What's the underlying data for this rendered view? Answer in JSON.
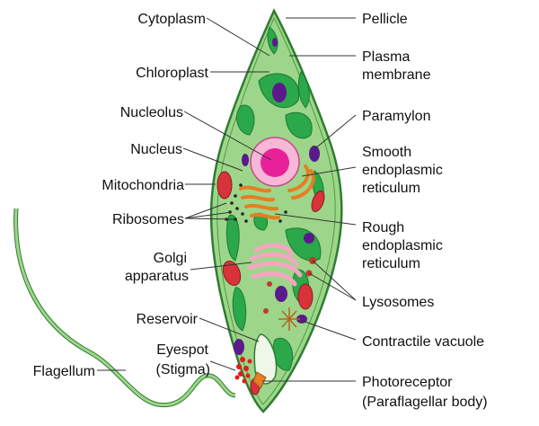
{
  "labels": {
    "cytoplasm": "Cytoplasm",
    "chloroplast": "Chloroplast",
    "nucleolus": "Nucleolus",
    "nucleus": "Nucleus",
    "mitochondria": "Mitochondria",
    "ribosomes": "Ribosomes",
    "golgi_1": "Golgi",
    "golgi_2": "apparatus",
    "reservoir": "Reservoir",
    "eyespot_1": "Eyespot",
    "eyespot_2": "(Stigma)",
    "flagellum": "Flagellum",
    "pellicle": "Pellicle",
    "plasma_1": "Plasma",
    "plasma_2": "membrane",
    "paramylon": "Paramylon",
    "smooth_er_1": "Smooth",
    "smooth_er_2": "endoplasmic",
    "smooth_er_3": "reticulum",
    "rough_er_1": "Rough",
    "rough_er_2": "endoplasmic",
    "rough_er_3": "reticulum",
    "lysosomes": "Lysosomes",
    "contractile_vacuole": "Contractile vacuole",
    "photoreceptor_1": "Photoreceptor",
    "photoreceptor_2": "(Paraflagellar body)"
  },
  "colors": {
    "cell_fill": "#9dd68a",
    "cell_outline": "#2f7d32",
    "chloroplast": "#2aa84a",
    "paramylon": "#5a1a8c",
    "nucleus": "#f7b7d6",
    "nucleolus": "#e8219a",
    "mitochondria": "#d8323a",
    "er": "#e67e22",
    "golgi": "#f4a6c0",
    "lysosome": "#c0392b",
    "flagellum": "#6fbf5b",
    "eyespot": "#e21b1b"
  }
}
